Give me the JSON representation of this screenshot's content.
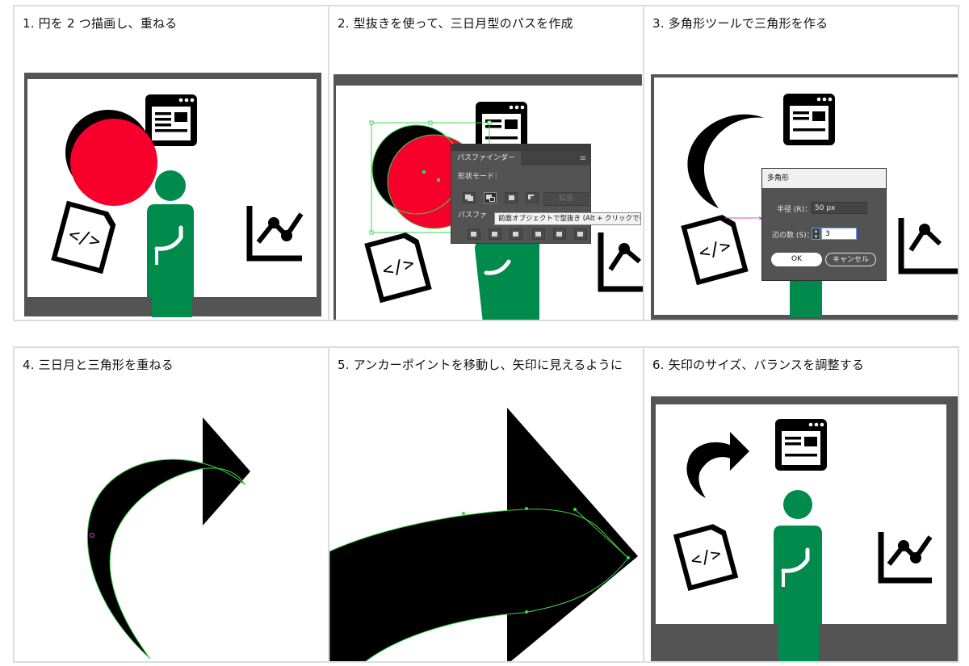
{
  "steps": [
    {
      "label": "1. 円を 2 つ描画し、重ねる"
    },
    {
      "label": "2. 型抜きを使って、三日月型のパスを作成"
    },
    {
      "label": "3. 多角形ツールで三角形を作る"
    },
    {
      "label": "4. 三日月と三角形を重ねる"
    },
    {
      "label": "5. アンカーポイントを移動し、矢印に見えるように"
    },
    {
      "label": "6. 矢印のサイズ、バランスを調整する"
    }
  ],
  "pathfinder": {
    "tab": "パスファインダー",
    "shape_modes_label": "形状モード：",
    "expand_label": "拡張",
    "pathfinders_label": "パスファ",
    "tooltip": "前面オブジェクトで型抜き (Alt + クリックで複合シ"
  },
  "polygon_dialog": {
    "title": "多角形",
    "radius_label": "半径 (R)：",
    "radius_value": "50 px",
    "sides_label": "辺の数 (S)：",
    "sides_value": "3",
    "ok_label": "OK",
    "cancel_label": "キャンセル"
  },
  "colors": {
    "red": "#f7002b",
    "green": "#008a4c",
    "black": "#000000",
    "gray": "#545454",
    "anchor_green": "#3fd54a"
  },
  "icons": [
    "browser-window-icon",
    "code-file-icon",
    "line-chart-icon",
    "thinking-person-figure",
    "curved-arrow-icon"
  ]
}
